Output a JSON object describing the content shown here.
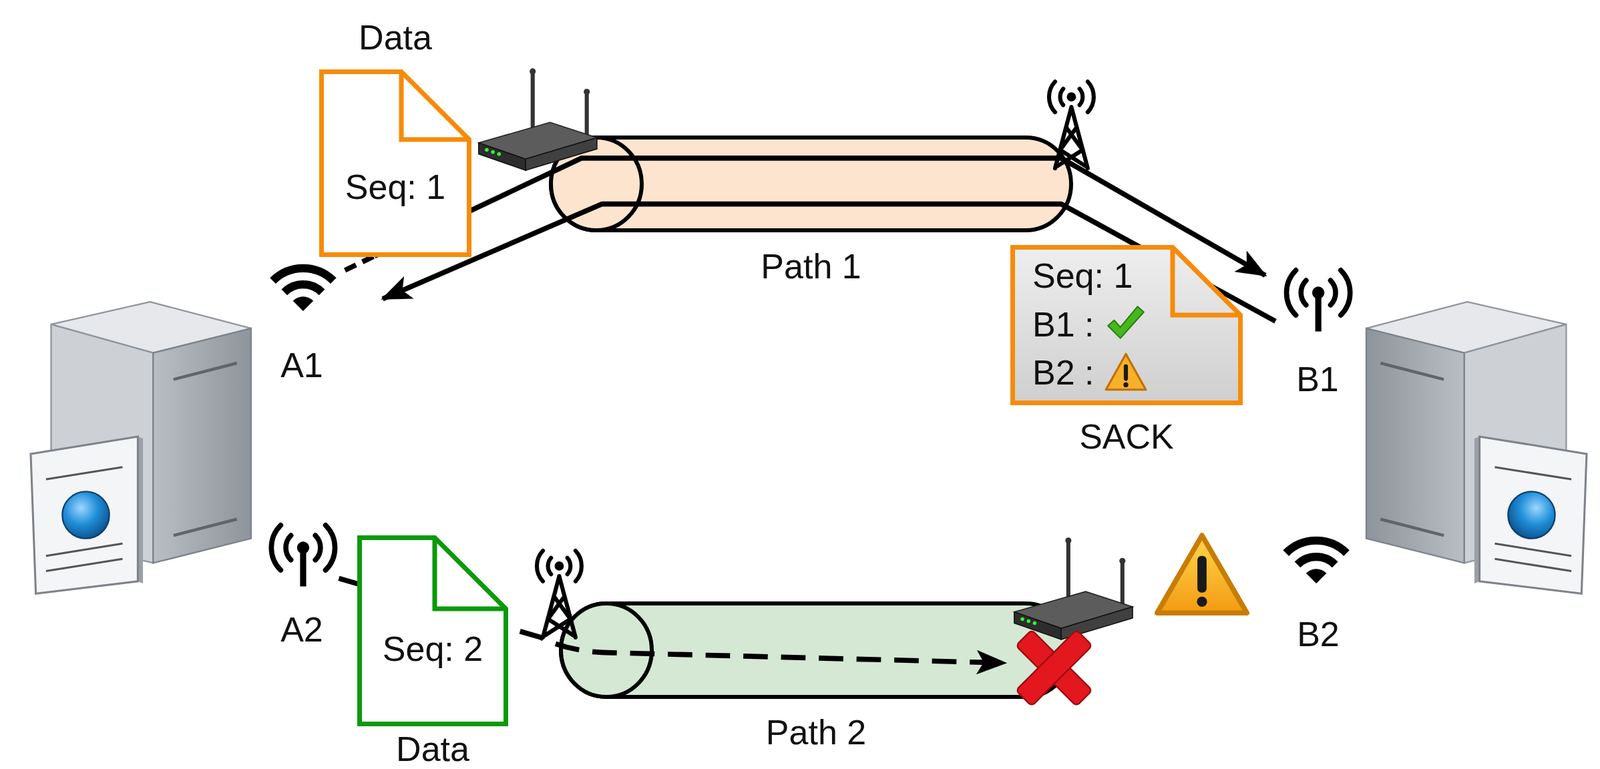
{
  "diagram": {
    "nodes": [
      {
        "text": [
          "Data",
          "Seq: 1"
        ]
      },
      {
        "text": [
          "Path 1"
        ]
      },
      {
        "text": [
          "Seq: 1",
          "B1 :",
          "B2 :",
          "SACK"
        ]
      },
      {
        "text": [
          "Seq: 2",
          "Data"
        ]
      },
      {
        "text": [
          "Path 2"
        ]
      }
    ],
    "labels": [
      "A1",
      "A2",
      "B1",
      "B2"
    ]
  }
}
